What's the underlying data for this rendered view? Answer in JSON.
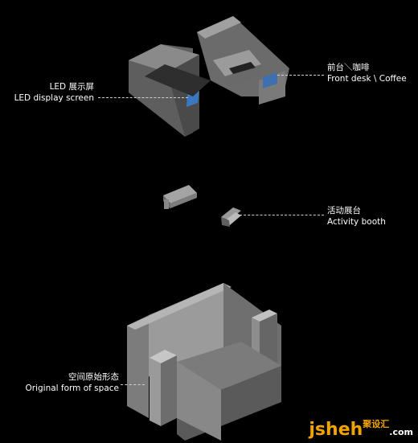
{
  "labels": {
    "front_desk": {
      "cn": "前台＼咖啡",
      "en": "Front desk \\ Coffee"
    },
    "led_screen": {
      "cn": "LED 展示屏",
      "en": "LED display screen"
    },
    "activity_booth": {
      "cn": "活动展台",
      "en": "Activity booth"
    },
    "original_space": {
      "cn": "空间原始形态",
      "en": "Original form of space"
    }
  },
  "watermark": {
    "brand": "jsheh",
    "cn": "聚设汇",
    "tld": ".com"
  },
  "colors": {
    "background": "#000000",
    "wall_light": "#9a9a9a",
    "wall_mid": "#7d7d7d",
    "wall_dark": "#5c5c5c",
    "floor": "#6e6e6e",
    "screen": "#3a78c2",
    "watermark": "#f2a300"
  }
}
